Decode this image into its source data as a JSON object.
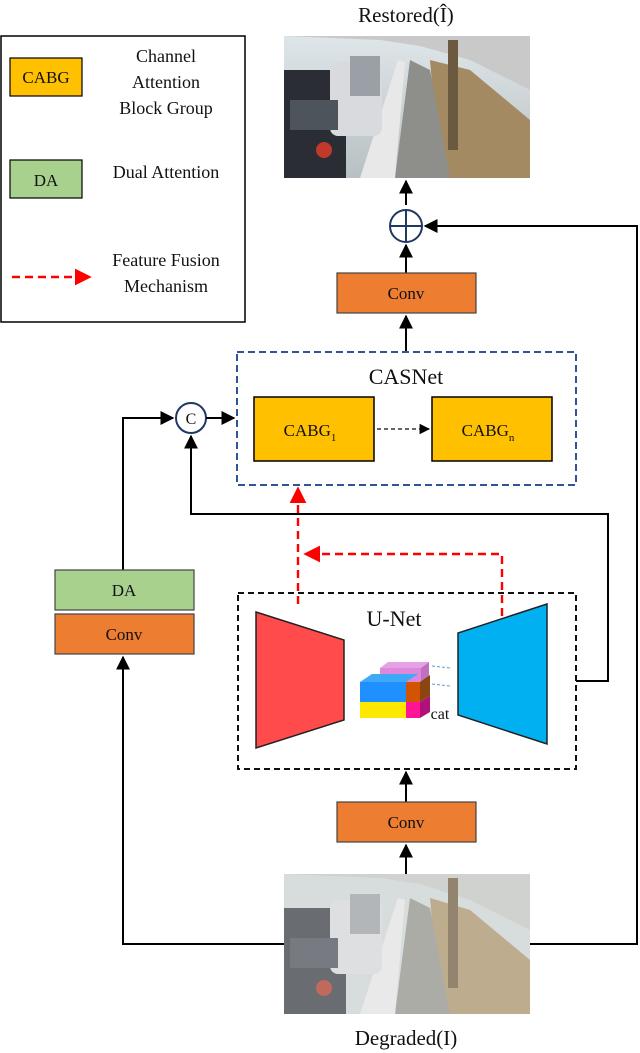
{
  "labels": {
    "restored": "Restored(Î)",
    "degraded": "Degraded(I)"
  },
  "legend": {
    "cabg_box": "CABG",
    "cabg_desc": [
      "Channel",
      "Attention",
      "Block Group"
    ],
    "da_box": "DA",
    "da_desc": "Dual Attention",
    "ffm_desc": [
      "Feature Fusion",
      "Mechanism"
    ]
  },
  "blocks": {
    "conv_top": "Conv",
    "conv_left": "Conv",
    "conv_bottom": "Conv",
    "da": "DA",
    "casnet": "CASNet",
    "cabg_1_base": "CABG",
    "cabg_1_sub": "1",
    "cabg_n_base": "CABG",
    "cabg_n_sub": "n",
    "unet": "U-Net",
    "cat": "cat",
    "concat_symbol": "C"
  },
  "colors": {
    "cabg": "#FFC000",
    "da": "#A9D18E",
    "conv": "#ED7D31",
    "encoder": "#FF4B4B",
    "decoder": "#00B0F0",
    "ffm_arrow": "#FF0000",
    "casnet_border": "#2F5597",
    "circle_stroke": "#1F3864"
  }
}
